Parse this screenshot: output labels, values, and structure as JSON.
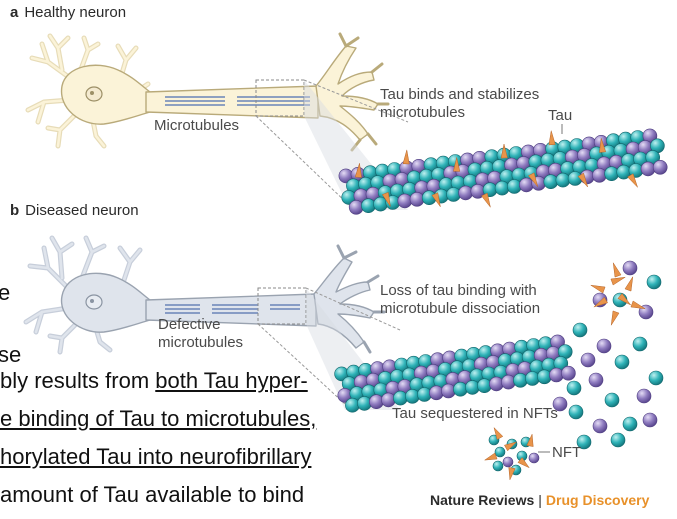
{
  "panel_a": {
    "letter": "a",
    "title": "Healthy neuron",
    "microtubules_label": "Microtubules",
    "tau_binding_label_1": "Tau binds and stabilizes",
    "tau_binding_label_2": "microtubules",
    "tau_label": "Tau"
  },
  "panel_b": {
    "letter": "b",
    "title": "Diseased neuron",
    "defective_label_1": "Defective",
    "defective_label_2": "microtubules",
    "loss_label_1": "Loss of tau binding with",
    "loss_label_2": "microtubule dissociation",
    "sequestered_label": "Tau sequestered in NFTs",
    "nft_label": "NFT"
  },
  "slide_text": {
    "frag_e": "e",
    "frag_se": "se",
    "line1_plain": "bly results from ",
    "line1_underlined": "both Tau hyper-",
    "line2_underlined": "e binding of Tau to microtubules,",
    "line3_underlined": "horylated Tau into neurofibrillary",
    "line4_plain": "amount of Tau available to bind"
  },
  "credit": {
    "journal": "Nature Reviews",
    "separator": "|",
    "section": "Drug Discovery"
  },
  "colors": {
    "healthy_neuron_fill": "#fbf3d8",
    "healthy_neuron_stroke": "#b9aa7a",
    "diseased_neuron_fill": "#dfe4ec",
    "diseased_neuron_stroke": "#9aa3b0",
    "tubulin_teal": "#2fb3b8",
    "tubulin_purple": "#8f7cc0",
    "tau_orange": "#e8944a",
    "accent_orange": "#e8912a"
  }
}
